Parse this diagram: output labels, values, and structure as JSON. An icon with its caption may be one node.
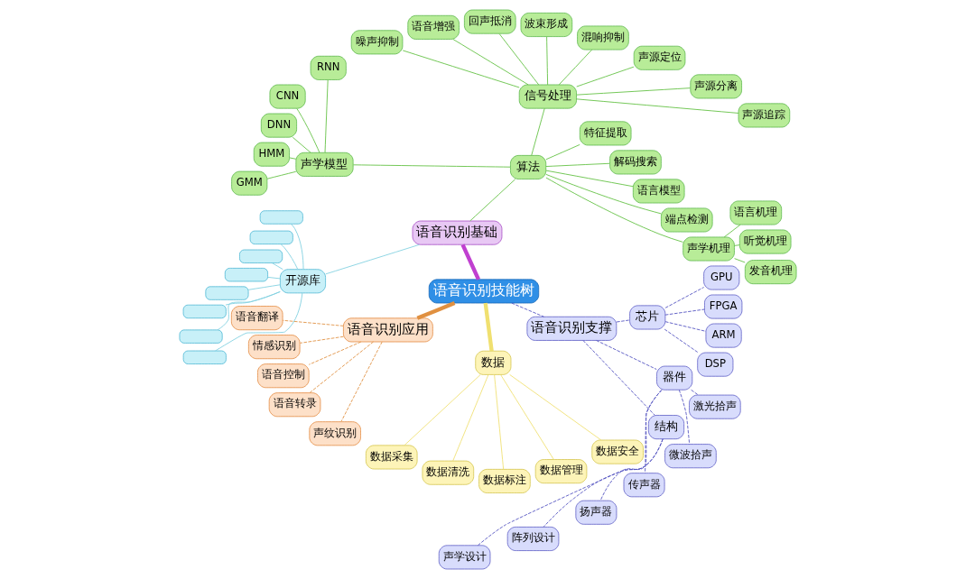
{
  "diagram": {
    "nodes": [
      {
        "text": [
          "语音识别技能树"
        ]
      },
      {
        "text": [
          "语音识别基础"
        ]
      },
      {
        "text": [
          "算法"
        ]
      },
      {
        "text": [
          "声学机理"
        ]
      },
      {
        "text": [
          "发音机理"
        ]
      },
      {
        "text": [
          "听觉机理"
        ]
      },
      {
        "text": [
          "语言机理"
        ]
      },
      {
        "text": [
          "端点检测"
        ]
      },
      {
        "text": [
          "语言模型"
        ]
      },
      {
        "text": [
          "解码搜索"
        ]
      },
      {
        "text": [
          "特征提取"
        ]
      },
      {
        "text": [
          "信号处理"
        ]
      },
      {
        "text": [
          "声源追踪"
        ]
      },
      {
        "text": [
          "声源分离"
        ]
      },
      {
        "text": [
          "声源定位"
        ]
      },
      {
        "text": [
          "混响抑制"
        ]
      },
      {
        "text": [
          "波束形成"
        ]
      },
      {
        "text": [
          "回声抵消"
        ]
      },
      {
        "text": [
          "语音增强"
        ]
      },
      {
        "text": [
          "噪声抑制"
        ]
      },
      {
        "text": [
          "声学模型"
        ]
      },
      {
        "text": [
          "RNN"
        ]
      },
      {
        "text": [
          "CNN"
        ]
      },
      {
        "text": [
          "DNN"
        ]
      },
      {
        "text": [
          "HMM"
        ]
      },
      {
        "text": [
          "GMM"
        ]
      },
      {
        "text": [
          "开源库"
        ]
      },
      {
        "text": [],
        "shape": "box"
      },
      {
        "text": [],
        "shape": "box"
      },
      {
        "text": [],
        "shape": "box"
      },
      {
        "text": [],
        "shape": "box"
      },
      {
        "text": [],
        "shape": "box"
      },
      {
        "text": [],
        "shape": "box"
      },
      {
        "text": [],
        "shape": "box"
      },
      {
        "text": [],
        "shape": "box"
      },
      {
        "text": [
          "语音识别应用"
        ]
      },
      {
        "text": [
          "语音翻译"
        ]
      },
      {
        "text": [
          "情感识别"
        ]
      },
      {
        "text": [
          "语音控制"
        ]
      },
      {
        "text": [
          "语音转录"
        ]
      },
      {
        "text": [
          "声纹识别"
        ]
      },
      {
        "text": [
          "数据"
        ]
      },
      {
        "text": [
          "数据采集"
        ]
      },
      {
        "text": [
          "数据清洗"
        ]
      },
      {
        "text": [
          "数据标注"
        ]
      },
      {
        "text": [
          "数据管理"
        ]
      },
      {
        "text": [
          "数据安全"
        ]
      },
      {
        "text": [
          "语音识别支撑"
        ]
      },
      {
        "text": [
          "结构"
        ]
      },
      {
        "text": [
          "声学设计"
        ]
      },
      {
        "text": [
          "阵列设计"
        ]
      },
      {
        "text": [
          "器件"
        ]
      },
      {
        "text": [
          "扬声器"
        ]
      },
      {
        "text": [
          "传声器"
        ]
      },
      {
        "text": [
          "微波拾声"
        ]
      },
      {
        "text": [
          "激光拾声"
        ]
      },
      {
        "text": [
          "芯片"
        ]
      },
      {
        "text": [
          "DSP"
        ]
      },
      {
        "text": [
          "ARM"
        ]
      },
      {
        "text": [
          "FPGA"
        ]
      },
      {
        "text": [
          "GPU"
        ]
      }
    ],
    "edges": [
      {
        "from": 0,
        "to": 1,
        "arrow": "none",
        "style": "thick",
        "color": "#c040d0"
      },
      {
        "from": 1,
        "to": 2,
        "arrow": "none"
      },
      {
        "from": 2,
        "to": 3,
        "arrow": "none"
      },
      {
        "from": 3,
        "to": 4,
        "arrow": "none"
      },
      {
        "from": 3,
        "to": 5,
        "arrow": "none"
      },
      {
        "from": 3,
        "to": 6,
        "arrow": "none"
      },
      {
        "from": 2,
        "to": 7,
        "arrow": "none"
      },
      {
        "from": 2,
        "to": 8,
        "arrow": "none"
      },
      {
        "from": 2,
        "to": 9,
        "arrow": "none"
      },
      {
        "from": 2,
        "to": 10,
        "arrow": "none"
      },
      {
        "from": 2,
        "to": 11,
        "arrow": "none"
      },
      {
        "from": 11,
        "to": 12,
        "arrow": "none"
      },
      {
        "from": 11,
        "to": 13,
        "arrow": "none"
      },
      {
        "from": 11,
        "to": 14,
        "arrow": "none"
      },
      {
        "from": 11,
        "to": 15,
        "arrow": "none"
      },
      {
        "from": 11,
        "to": 16,
        "arrow": "none"
      },
      {
        "from": 11,
        "to": 17,
        "arrow": "none"
      },
      {
        "from": 11,
        "to": 18,
        "arrow": "none"
      },
      {
        "from": 11,
        "to": 19,
        "arrow": "none"
      },
      {
        "from": 2,
        "to": 20,
        "arrow": "none"
      },
      {
        "from": 20,
        "to": 21,
        "arrow": "none"
      },
      {
        "from": 20,
        "to": 22,
        "arrow": "none"
      },
      {
        "from": 20,
        "to": 23,
        "arrow": "none"
      },
      {
        "from": 20,
        "to": 24,
        "arrow": "none"
      },
      {
        "from": 20,
        "to": 25,
        "arrow": "none"
      },
      {
        "from": 1,
        "to": 26,
        "arrow": "none",
        "color": "#80d0e0"
      },
      {
        "from": 26,
        "to": 27,
        "arrow": "none",
        "color": "#80d0e0"
      },
      {
        "from": 26,
        "to": 28,
        "arrow": "none",
        "color": "#80d0e0"
      },
      {
        "from": 26,
        "to": 29,
        "arrow": "none",
        "color": "#80d0e0"
      },
      {
        "from": 26,
        "to": 30,
        "arrow": "none",
        "color": "#80d0e0"
      },
      {
        "from": 26,
        "to": 31,
        "arrow": "none",
        "color": "#80d0e0"
      },
      {
        "from": 26,
        "to": 32,
        "arrow": "none",
        "color": "#80d0e0"
      },
      {
        "from": 26,
        "to": 33,
        "arrow": "none",
        "color": "#80d0e0"
      },
      {
        "from": 26,
        "to": 34,
        "arrow": "none",
        "color": "#80d0e0"
      },
      {
        "from": 0,
        "to": 35,
        "arrow": "none",
        "style": "thick",
        "color": "#e09040"
      },
      {
        "from": 35,
        "to": 36,
        "arrow": "none",
        "style": "dashed",
        "color": "#e09040"
      },
      {
        "from": 35,
        "to": 37,
        "arrow": "none",
        "style": "dashed",
        "color": "#e09040"
      },
      {
        "from": 35,
        "to": 38,
        "arrow": "none",
        "style": "dashed",
        "color": "#e09040"
      },
      {
        "from": 35,
        "to": 39,
        "arrow": "none",
        "style": "dashed",
        "color": "#e09040"
      },
      {
        "from": 35,
        "to": 40,
        "arrow": "none",
        "style": "dashed",
        "color": "#e09040"
      },
      {
        "from": 0,
        "to": 41,
        "arrow": "none",
        "style": "thick",
        "color": "#f0e070"
      },
      {
        "from": 41,
        "to": 42,
        "arrow": "none",
        "color": "#f0e070"
      },
      {
        "from": 41,
        "to": 43,
        "arrow": "none",
        "color": "#f0e070"
      },
      {
        "from": 41,
        "to": 44,
        "arrow": "none",
        "color": "#f0e070"
      },
      {
        "from": 41,
        "to": 45,
        "arrow": "none",
        "color": "#f0e070"
      },
      {
        "from": 41,
        "to": 46,
        "arrow": "none",
        "color": "#f0e070"
      },
      {
        "from": 0,
        "to": 47,
        "arrow": "none",
        "style": "dashed",
        "color": "#5050c0"
      },
      {
        "from": 47,
        "to": 48,
        "arrow": "none",
        "style": "dashed",
        "color": "#5050c0"
      },
      {
        "from": 48,
        "to": 49,
        "arrow": "none",
        "style": "dashed",
        "color": "#5050c0"
      },
      {
        "from": 48,
        "to": 50,
        "arrow": "none",
        "style": "dashed",
        "color": "#5050c0"
      },
      {
        "from": 47,
        "to": 51,
        "arrow": "none",
        "style": "dashed",
        "color": "#5050c0"
      },
      {
        "from": 51,
        "to": 52,
        "arrow": "none",
        "style": "dashed",
        "color": "#5050c0"
      },
      {
        "from": 51,
        "to": 53,
        "arrow": "none",
        "style": "dashed",
        "color": "#5050c0"
      },
      {
        "from": 51,
        "to": 54,
        "arrow": "none",
        "style": "dashed",
        "color": "#5050c0"
      },
      {
        "from": 51,
        "to": 55,
        "arrow": "none",
        "style": "dashed",
        "color": "#5050c0"
      },
      {
        "from": 47,
        "to": 56,
        "arrow": "none",
        "style": "dashed",
        "color": "#5050c0"
      },
      {
        "from": 56,
        "to": 57,
        "arrow": "none",
        "style": "dashed",
        "color": "#5050c0"
      },
      {
        "from": 56,
        "to": 58,
        "arrow": "none",
        "style": "dashed",
        "color": "#5050c0"
      },
      {
        "from": 56,
        "to": 59,
        "arrow": "none",
        "style": "dashed",
        "color": "#5050c0"
      },
      {
        "from": 56,
        "to": 60,
        "arrow": "none",
        "style": "dashed",
        "color": "#5050c0"
      }
    ]
  }
}
